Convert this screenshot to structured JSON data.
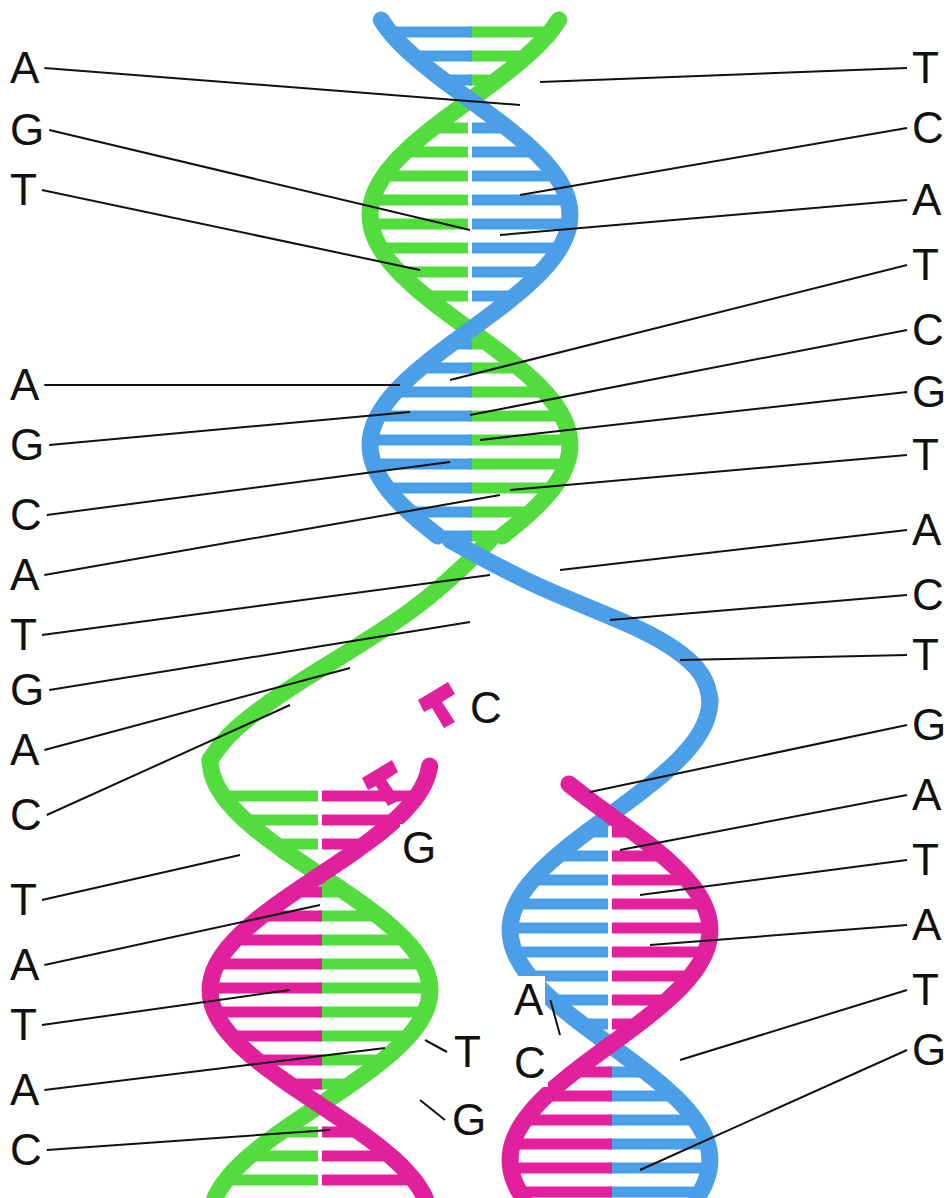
{
  "diagram": {
    "labels": [
      "A",
      "G",
      "T",
      "A",
      "G",
      "C",
      "A",
      "T",
      "G",
      "A",
      "C",
      "T",
      "A",
      "T",
      "A",
      "C",
      "T",
      "C",
      "A",
      "T",
      "C",
      "G",
      "T",
      "A",
      "C",
      "T",
      "G",
      "A",
      "T",
      "A",
      "T",
      "G",
      "C",
      "G",
      "A",
      "T",
      "C",
      "G"
    ]
  }
}
